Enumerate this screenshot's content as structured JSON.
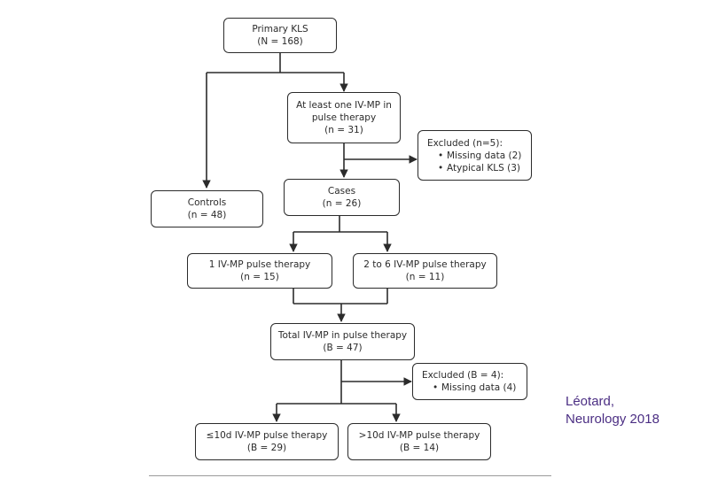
{
  "flowchart": {
    "primary": {
      "title": "Primary KLS",
      "count": "(N = 168)"
    },
    "at_least_one": {
      "line1": "At least one IV-MP in",
      "line2": "pulse therapy",
      "count": "(n = 31)"
    },
    "excluded_1": {
      "title": "Excluded (n=5):",
      "items": [
        "Missing data (2)",
        "Atypical KLS (3)"
      ]
    },
    "controls": {
      "title": "Controls",
      "count": "(n = 48)"
    },
    "cases": {
      "title": "Cases",
      "count": "(n = 26)"
    },
    "one_ivmp": {
      "title": "1 IV-MP pulse therapy",
      "count": "(n = 15)"
    },
    "two_to_six": {
      "title": "2 to 6 IV-MP pulse therapy",
      "count": "(n = 11)"
    },
    "total": {
      "title": "Total IV-MP in pulse therapy",
      "count": "(B = 47)"
    },
    "excluded_2": {
      "title": "Excluded (B = 4):",
      "items": [
        "Missing data (4)"
      ]
    },
    "le10": {
      "title": "≤10d IV-MP pulse therapy",
      "count": "(B = 29)"
    },
    "gt10": {
      "title": ">10d IV-MP pulse therapy",
      "count": "(B = 14)"
    }
  },
  "citation": {
    "line1": "Léotard,",
    "line2": "Neurology 2018"
  },
  "colors": {
    "line": "#2b2b2b",
    "citation": "#4b2e83"
  }
}
